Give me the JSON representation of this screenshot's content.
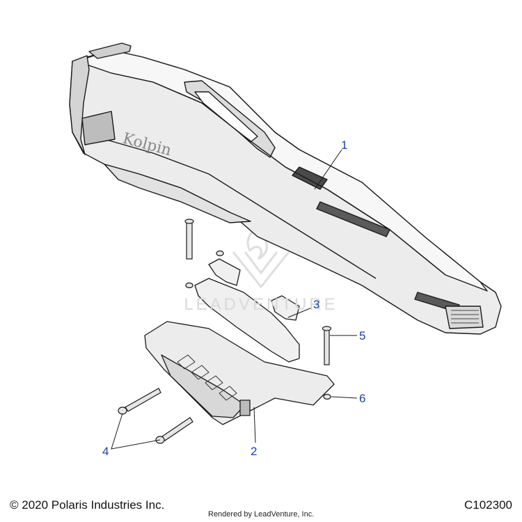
{
  "diagram": {
    "callouts": [
      {
        "id": "1",
        "label": "1"
      },
      {
        "id": "2",
        "label": "2"
      },
      {
        "id": "3",
        "label": "3"
      },
      {
        "id": "4",
        "label": "4"
      },
      {
        "id": "5",
        "label": "5"
      },
      {
        "id": "6",
        "label": "6"
      }
    ],
    "case_logo_text": "Kolpin",
    "watermark_text": "LEADVENTURE",
    "callout_color": "#1a3fb0",
    "line_color": "#1a1a1a"
  },
  "footer": {
    "copyright": "© 2020 Polaris Industries Inc.",
    "rendered_by": "Rendered by LeadVenture, Inc.",
    "diagram_code": "C102300"
  }
}
